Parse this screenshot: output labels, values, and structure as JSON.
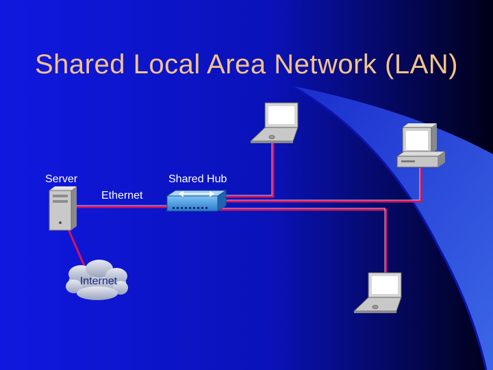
{
  "title": "Shared Local Area Network (LAN)",
  "labels": {
    "server": "Server",
    "shared_hub": "Shared Hub",
    "ethernet": "Ethernet",
    "internet": "Internet"
  },
  "colors": {
    "background": "#0a14d8",
    "title": "#f3c487",
    "cable": "#d4145a",
    "hub": "#3b8fd9"
  },
  "icons": [
    "server-tower-icon",
    "hub-icon",
    "laptop-icon",
    "desktop-computer-icon",
    "cloud-icon"
  ]
}
